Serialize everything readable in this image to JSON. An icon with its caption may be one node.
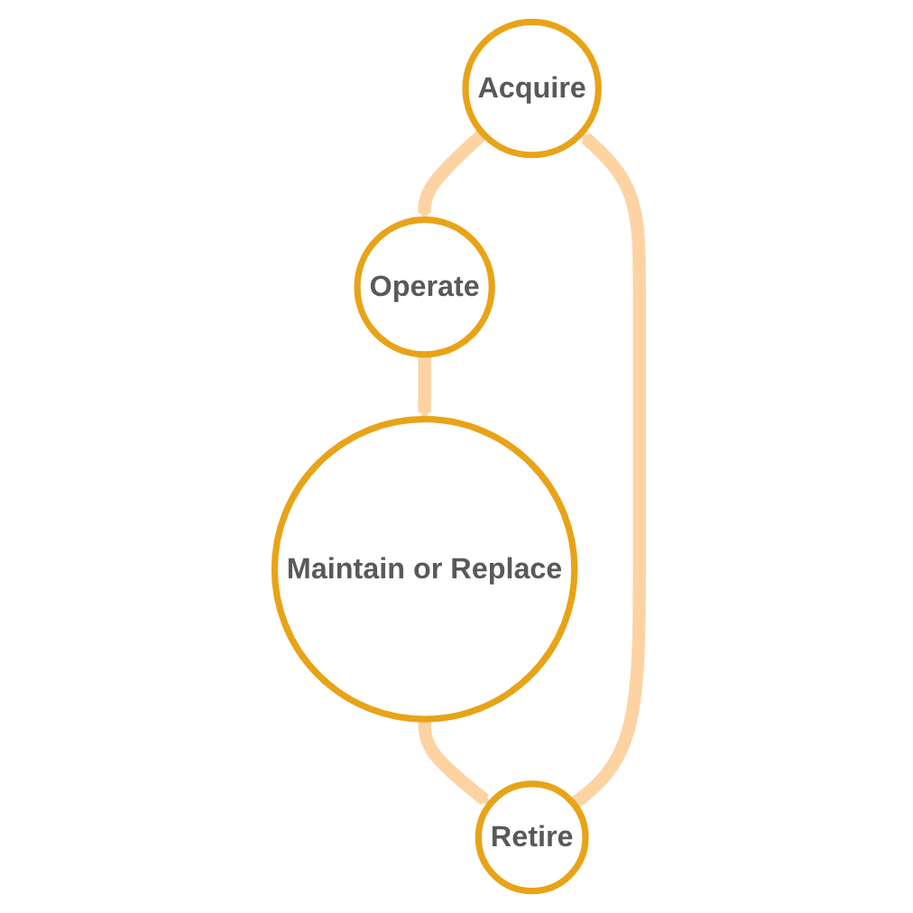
{
  "diagram": {
    "nodes": [
      {
        "text": [
          "Acquire"
        ]
      },
      {
        "text": [
          "Operate"
        ]
      },
      {
        "text": [
          "Maintain or Replace"
        ]
      },
      {
        "text": [
          "Retire"
        ]
      }
    ],
    "edges": [
      {
        "from": 0,
        "to": 1,
        "arrow": "to"
      },
      {
        "from": 1,
        "to": 2,
        "arrow": "to"
      },
      {
        "from": 2,
        "to": 3,
        "arrow": "to"
      },
      {
        "from": 3,
        "to": 0,
        "arrow": "to"
      }
    ]
  }
}
